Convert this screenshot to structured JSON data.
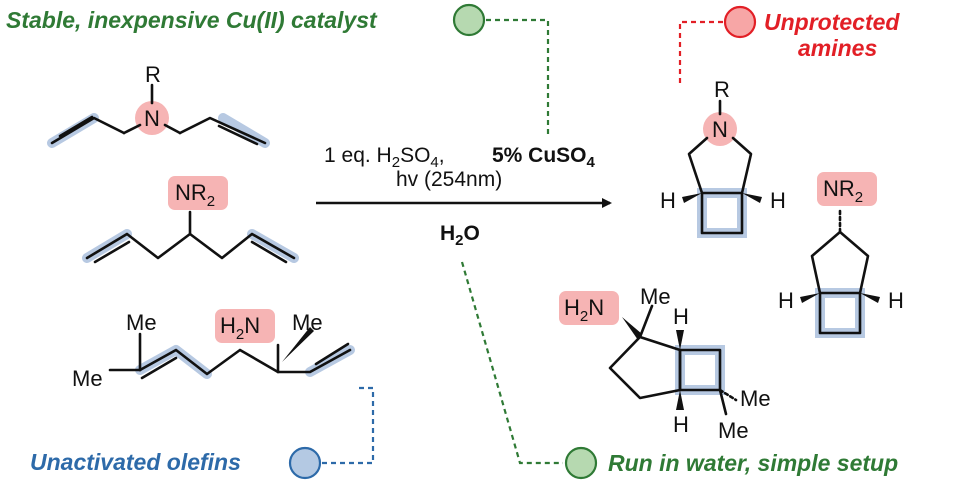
{
  "callouts": {
    "catalyst": "Stable, inexpensive Cu(II) catalyst",
    "amines_line1": "Unprotected",
    "amines_line2": "amines",
    "olefins": "Unactivated olefins",
    "water": "Run in water, simple setup"
  },
  "conditions": {
    "reagent_prefix": "1 eq. H",
    "reagent_sub1": "2",
    "reagent_mid": "SO",
    "reagent_sub2": "4",
    "reagent_comma": ",",
    "catalyst": "5% CuSO",
    "catalyst_sub": "4",
    "light": "hv (254nm)",
    "solvent": "H",
    "solvent_sub": "2",
    "solvent_end": "O"
  },
  "atoms": {
    "r": "R",
    "n": "N",
    "nr2_main": "NR",
    "nr2_sub": "2",
    "h2n_h": "H",
    "h2n_sub": "2",
    "h2n_n": "N",
    "me": "Me",
    "h": "H"
  },
  "colors": {
    "green": "#2f7a35",
    "red": "#e21f26",
    "blue": "#2d6aa9",
    "green_fill": "#b6d9b0",
    "red_fill": "#f7a6a6",
    "blue_fill": "#b4c9e3",
    "amine_highlight": "#f6b4b4",
    "olefin_highlight": "#b7c9e2"
  }
}
